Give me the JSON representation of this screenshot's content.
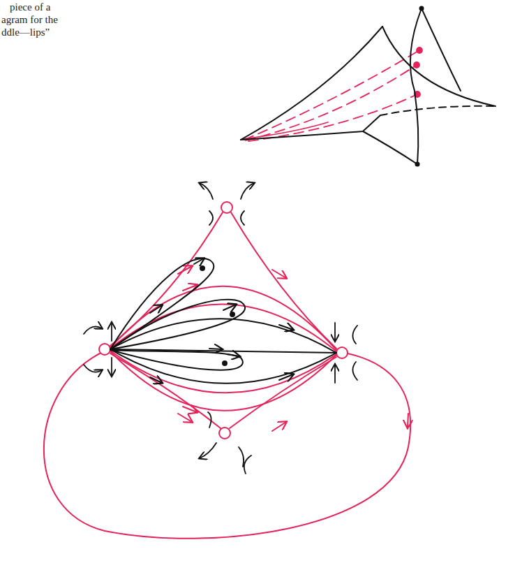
{
  "diagram": {
    "labels": [
      "piece of a",
      "agram for the",
      "ddle—lips”"
    ]
  }
}
